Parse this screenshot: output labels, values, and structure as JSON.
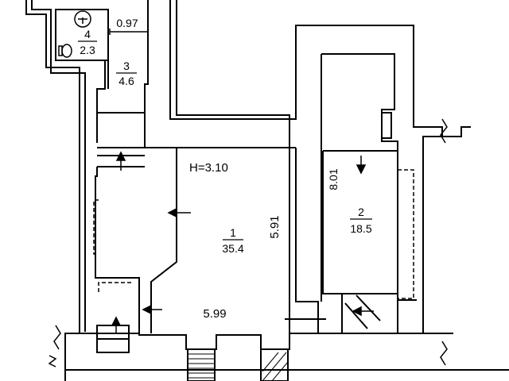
{
  "plan": {
    "ceiling_height": "H=3.10",
    "rooms": [
      {
        "id": "1",
        "number": "1",
        "area": "35.4"
      },
      {
        "id": "2",
        "number": "2",
        "area": "18.5"
      },
      {
        "id": "3",
        "number": "3",
        "area": "4.6"
      },
      {
        "id": "4",
        "number": "4",
        "area": "2.3"
      }
    ],
    "dimensions": {
      "room1_width": "5.99",
      "room1_depth": "5.91",
      "room2_depth": "8.01",
      "corridor_width": "0.97"
    }
  },
  "colors": {
    "line": "#000000",
    "wall_fill": "#ffffff",
    "background": "#ffffff"
  }
}
